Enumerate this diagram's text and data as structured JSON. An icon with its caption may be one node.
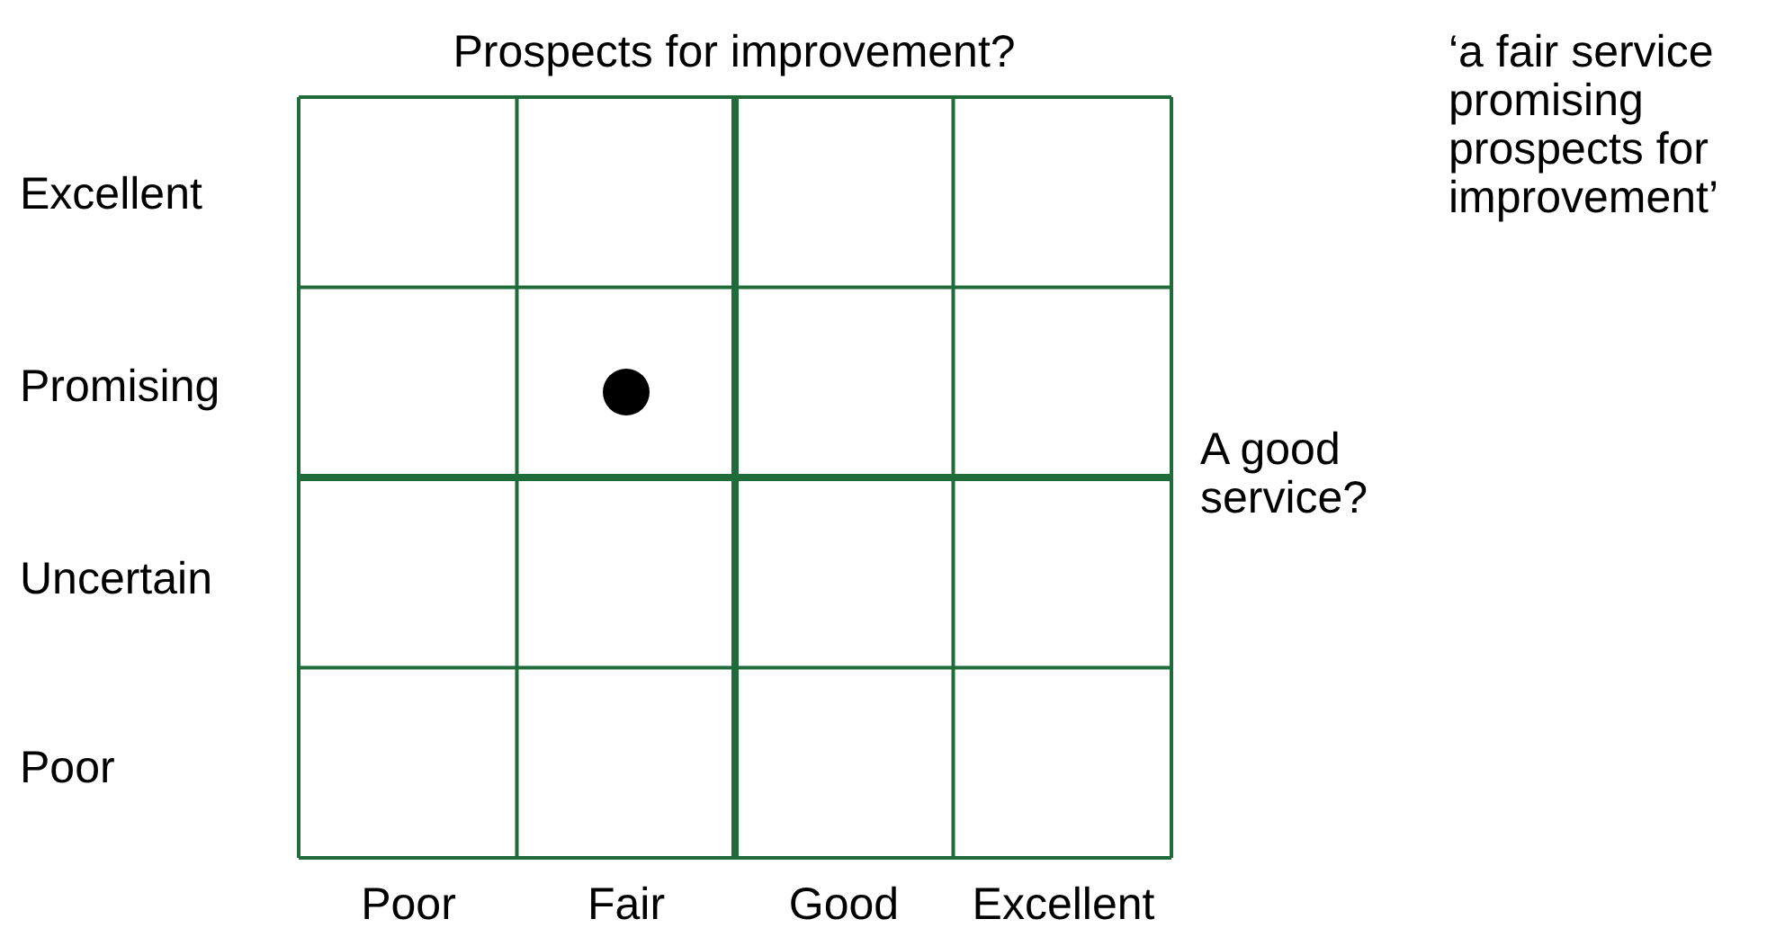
{
  "diagram": {
    "title": "Prospects for improvement?",
    "labels": [
      "‘a fair service promising prospects for improvement’",
      "Excellent",
      "Promising",
      "A good service?",
      "Uncertain",
      "Poor",
      "Poor",
      "Fair",
      "Good",
      "Excellent"
    ]
  }
}
